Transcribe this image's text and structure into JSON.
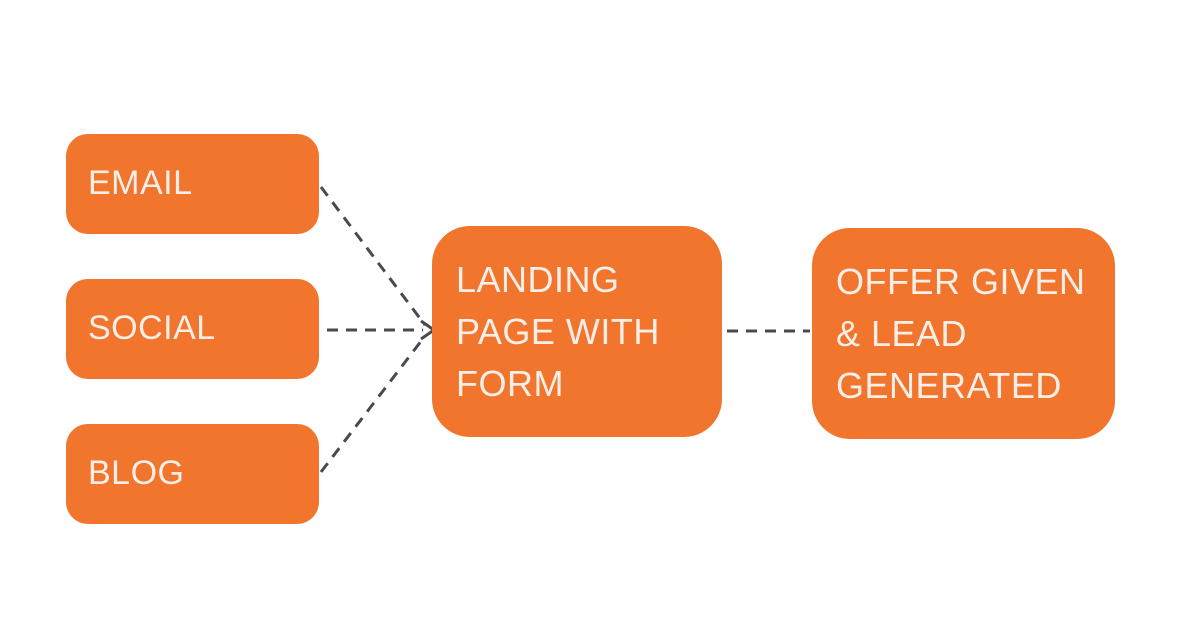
{
  "diagram": {
    "title": "Lead generation flow diagram",
    "colors": {
      "node_fill": "#F1752D",
      "node_text": "#F9EFE8",
      "connector": "#4A4A4A",
      "background": "#FFFFFF"
    },
    "nodes": {
      "email": {
        "label": "EMAIL"
      },
      "social": {
        "label": "SOCIAL"
      },
      "blog": {
        "label": "BLOG"
      },
      "landing": {
        "label": "LANDING\nPAGE WITH\nFORM"
      },
      "offer": {
        "label": "OFFER GIVEN\n& LEAD\nGENERATED"
      }
    },
    "connectors": [
      {
        "from": "email",
        "to": "landing",
        "style": "dashed"
      },
      {
        "from": "social",
        "to": "landing",
        "style": "dashed-arrow"
      },
      {
        "from": "blog",
        "to": "landing",
        "style": "dashed"
      },
      {
        "from": "landing",
        "to": "offer",
        "style": "dashed"
      }
    ]
  }
}
